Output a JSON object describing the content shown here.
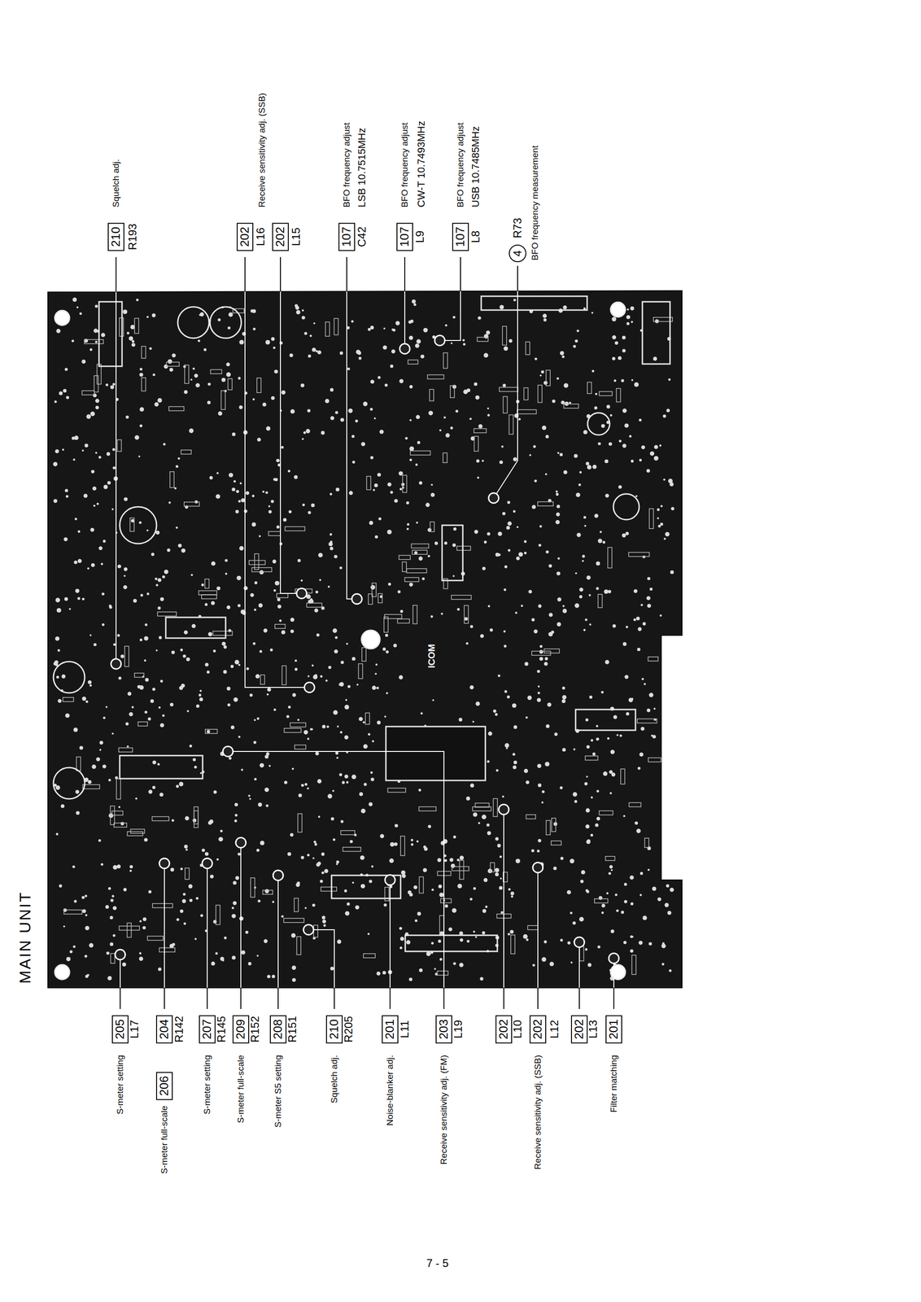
{
  "diagram": {
    "title": "MAIN UNIT",
    "nodes": [
      {
        "text": [
          "210"
        ]
      },
      {
        "text": [
          "202"
        ]
      },
      {
        "text": [
          "202"
        ]
      },
      {
        "text": [
          "107"
        ]
      },
      {
        "text": [
          "107"
        ]
      },
      {
        "text": [
          "107"
        ]
      },
      {
        "text": [
          "4"
        ]
      },
      {
        "text": [
          "205"
        ]
      },
      {
        "text": [
          "204"
        ]
      },
      {
        "text": [
          "206"
        ]
      },
      {
        "text": [
          "207"
        ]
      },
      {
        "text": [
          "209"
        ]
      },
      {
        "text": [
          "208"
        ]
      },
      {
        "text": [
          "210"
        ]
      },
      {
        "text": [
          "201"
        ]
      },
      {
        "text": [
          "203"
        ]
      },
      {
        "text": [
          "202"
        ]
      },
      {
        "text": [
          "202"
        ]
      },
      {
        "text": [
          "202"
        ]
      },
      {
        "text": [
          "201"
        ]
      }
    ],
    "labels": [
      "R193",
      "Squelch adj.",
      "L16",
      "L15",
      "Receive sensitivity adj. (SSB)",
      "C42",
      "BFO frequency adjust",
      "LSB 10.7515MHz",
      "L9",
      "BFO frequency adjust",
      "CW-T 10.7493MHz",
      "L8",
      "BFO frequency adjust",
      "USB 10.7485MHz",
      "R73",
      "BFO frequency measurement",
      "L17",
      "S-meter setting",
      "R142",
      "S-meter full-scale",
      "R145",
      "S-meter setting",
      "R152",
      "S-meter full-scale",
      "R151",
      "S-meter S5 setting",
      "R205",
      "Squelch adj.",
      "L11",
      "Noise-blanker adj.",
      "L19",
      "Receive sensitivity adj. (FM)",
      "L10",
      "L12",
      "Receive sensitivity adj. (SSB)",
      "L13",
      "Filter matching",
      "ICOM",
      "7 - 5"
    ]
  }
}
